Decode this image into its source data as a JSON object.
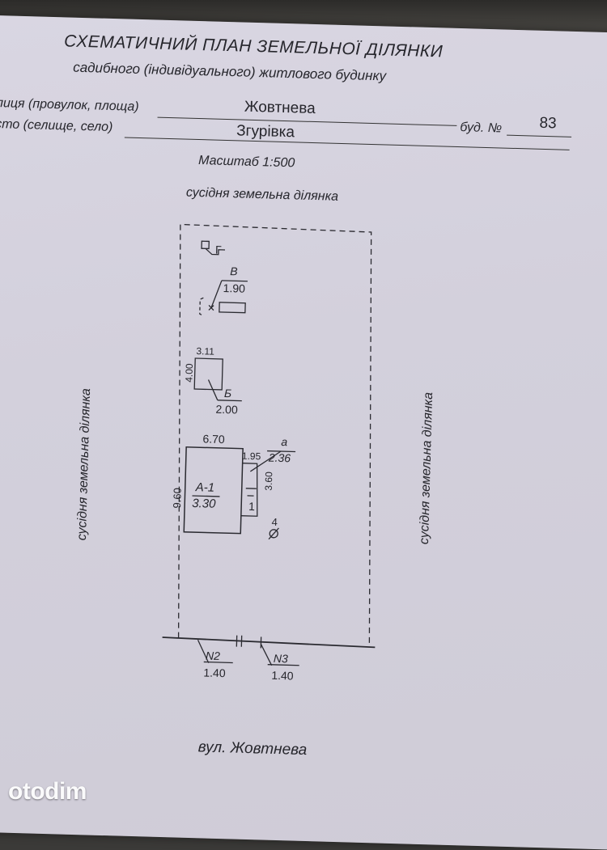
{
  "header": {
    "title": "СХЕМАТИЧНИЙ ПЛАН ЗЕМЕЛЬНОЇ ДІЛЯНКИ",
    "subtitle": "садибного (індивідуального) житлового будинку",
    "street_label": "лиця (провулок, площа)",
    "street_value": "Жовтнева",
    "city_label": "сто (селище, село)",
    "city_value": "Згурівка",
    "building_label": "буд. №",
    "building_value": "83",
    "scale": "Масштаб  1:500"
  },
  "plan": {
    "top_neighbor": "сусідня земельна ділянка",
    "left_neighbor": "сусідня земельна ділянка",
    "right_neighbor": "сусідня земельна ділянка",
    "street_name": "вул. Жовтнева",
    "shed_g_label": "Г",
    "shed_v_label": "В",
    "shed_v_area": "1.90",
    "shed_b_width": "3.11",
    "shed_b_height": "4.00",
    "shed_b_label": "Б",
    "shed_b_area": "2.00",
    "house_width": "6.70",
    "house_height": "9.60",
    "house_label": "А-1",
    "house_area": "3.30",
    "annex_width": "1.95",
    "annex_label": "а",
    "annex_area": "2.36",
    "annex_height": "3.60",
    "porch_label": "1",
    "well_label": "4",
    "gate_n2_label": "N2",
    "gate_n2_value": "1.40",
    "gate_n3_label": "N3",
    "gate_n3_value": "1.40"
  },
  "watermark": "otodim"
}
